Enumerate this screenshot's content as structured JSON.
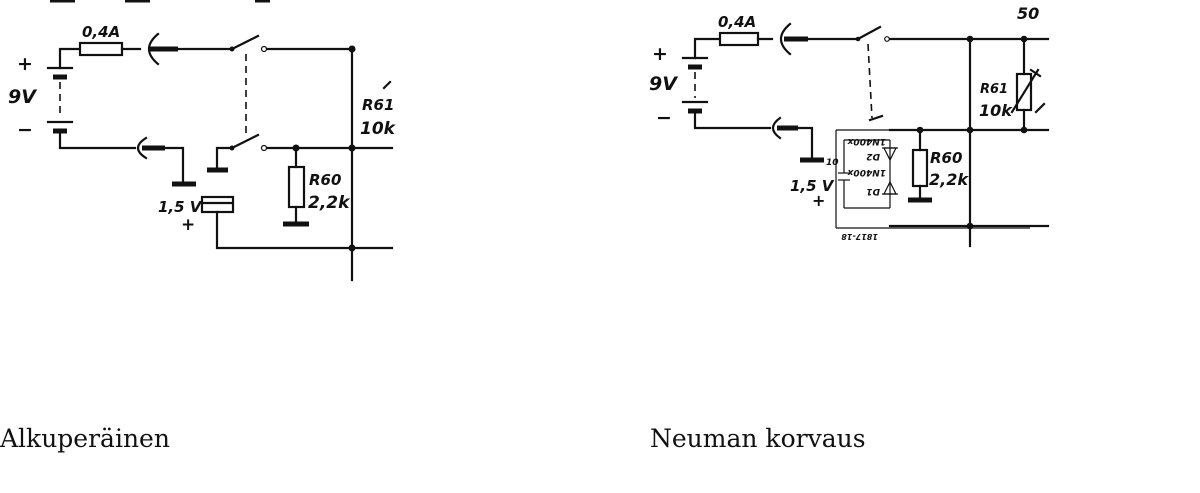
{
  "left": {
    "caption": "Alkuperäinen",
    "labels": {
      "fuse": "0,4A",
      "plus": "+",
      "voltage": "9V",
      "minus": "−",
      "r61": "R61",
      "r61_value": "10k",
      "battery": "1,5 V",
      "battery_plus": "+",
      "r60": "R60",
      "r60_value": "2,2k"
    }
  },
  "right": {
    "caption": "Neuman korvaus",
    "labels": {
      "fuse": "0,4A",
      "plus": "+",
      "voltage": "9V",
      "minus": "−",
      "top_value": "50",
      "r61": "R61",
      "r61_value": "10k",
      "battery": "1,5 V",
      "battery_plus": "+",
      "cap": "10",
      "d2": "D2",
      "d2_type": "1N400x",
      "d1": "D1",
      "d1_type": "1N400x",
      "r60": "R60",
      "r60_value": "2,2k",
      "board_id": "1817-18"
    }
  }
}
